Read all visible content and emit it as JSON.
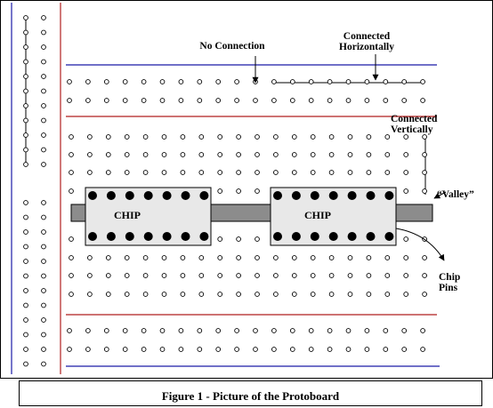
{
  "labels": {
    "no_connection": "No Connection",
    "connected_horizontally_1": "Connected",
    "connected_horizontally_2": "Horizontally",
    "connected_vertically_1": "Connected",
    "connected_vertically_2": "Vertically",
    "valley": "“Valley”",
    "chip_pins_1": "Chip",
    "chip_pins_2": "Pins"
  },
  "chips": [
    {
      "label": "CHIP",
      "pins_per_side": 7
    },
    {
      "label": "CHIP",
      "pins_per_side": 7
    }
  ],
  "caption": "Figure 1 - Picture of the Protoboard",
  "colors": {
    "power_rail_blue": "#1a1aa8",
    "power_rail_red": "#b01e1e",
    "valley_gray": "#8c8c8c",
    "chip_body": "#e8e8e8",
    "pin": "#000000"
  }
}
